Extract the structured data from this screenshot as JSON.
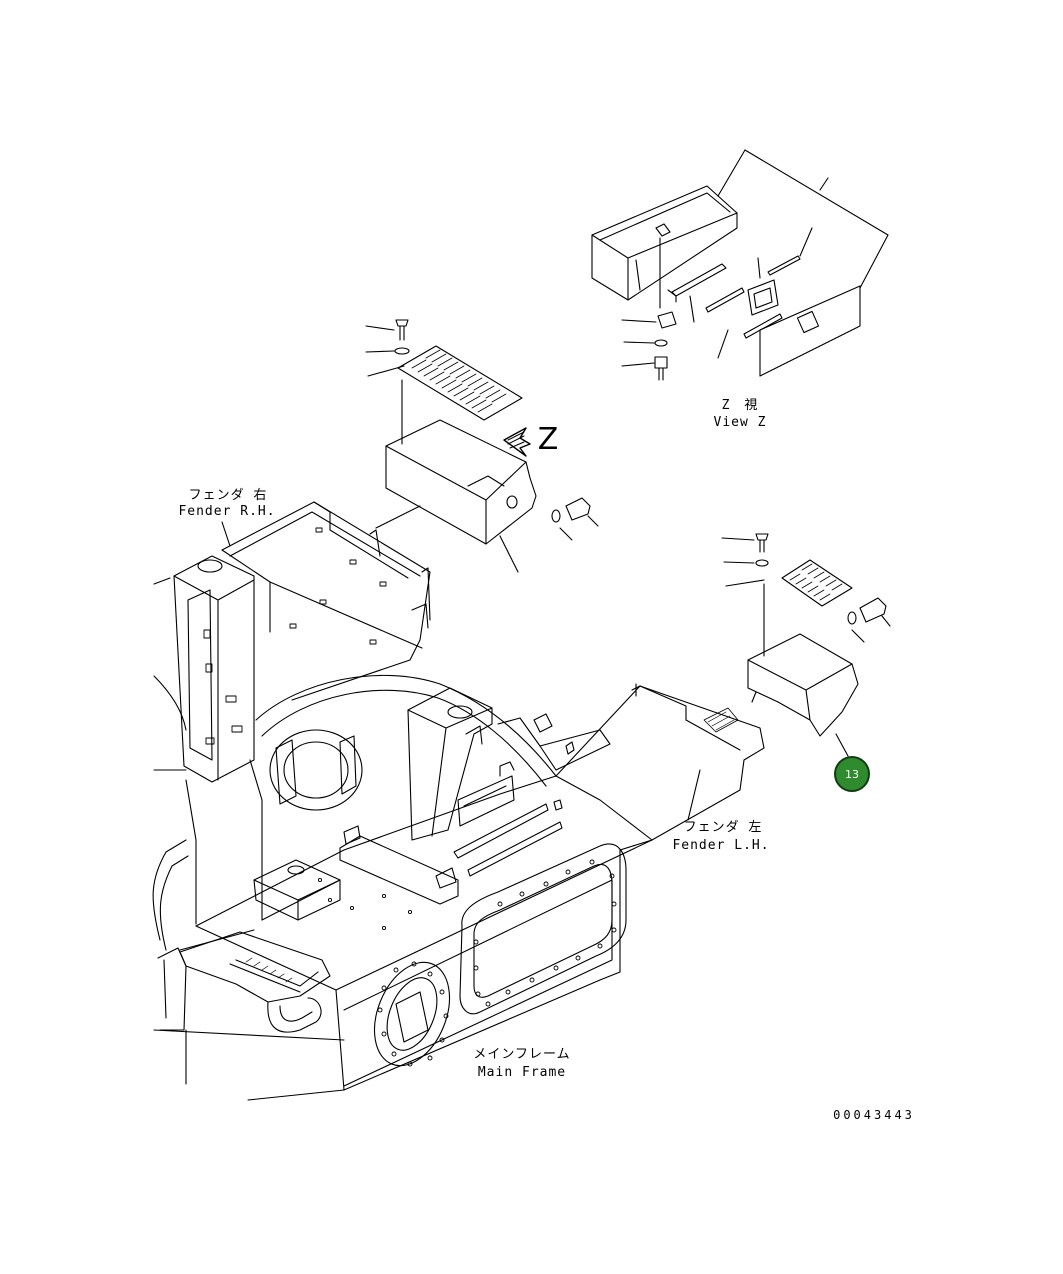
{
  "callout": {
    "label": "13",
    "color": "#2e8b2e"
  },
  "view_arrow": {
    "letter": "Z"
  },
  "view_z": {
    "title_jp": "Z　視",
    "title_en": "View Z"
  },
  "labels": {
    "fender_rh_jp": "フェンダ 右",
    "fender_rh_en": "Fender R.H.",
    "fender_lh_jp": "フェンダ 左",
    "fender_lh_en": "Fender L.H.",
    "main_frame_jp": "メインフレーム",
    "main_frame_en": "Main Frame"
  },
  "drawing_number": "00043443"
}
